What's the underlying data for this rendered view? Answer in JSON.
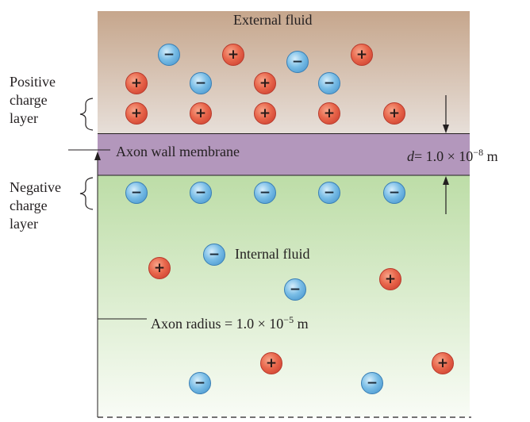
{
  "labels": {
    "external_fluid": "External fluid",
    "positive_charge_layer": [
      "Positive",
      "charge",
      "layer"
    ],
    "axon_wall_membrane": "Axon wall membrane",
    "thickness_symbol": "d",
    "thickness_value": "= 1.0 × 10",
    "thickness_exponent": "−8",
    "thickness_unit": " m",
    "negative_charge_layer": [
      "Negative",
      "charge",
      "layer"
    ],
    "internal_fluid": "Internal fluid",
    "axon_radius_prefix": "Axon radius = 1.0 × 10",
    "axon_radius_exponent": "−5",
    "axon_radius_unit": " m"
  },
  "ion_signs": {
    "positive": "+",
    "negative": "−"
  },
  "colors": {
    "external_fluid_top": "#c6a68c",
    "external_fluid_bottom": "#e7dfd9",
    "membrane": "#b397bc",
    "internal_fluid_top": "#bddda7",
    "internal_fluid_bottom": "#f9fcf6",
    "positive_ion": "#e8664b",
    "negative_ion": "#79bde6"
  }
}
